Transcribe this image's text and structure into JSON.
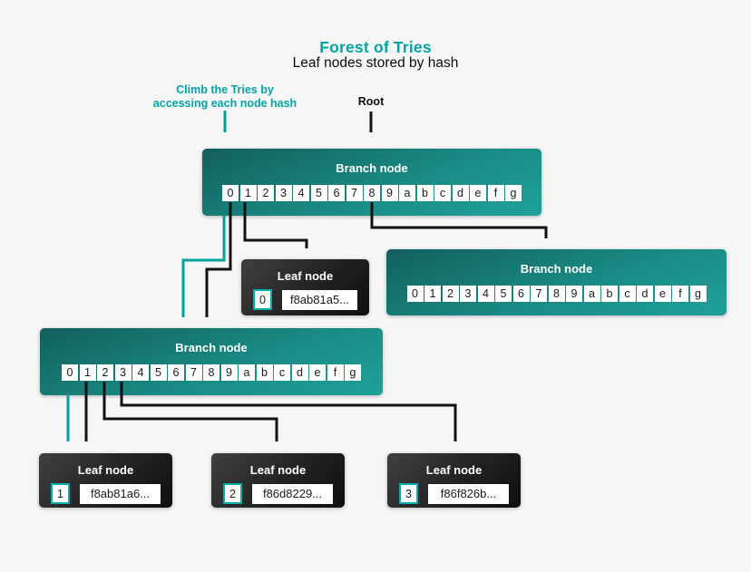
{
  "header": {
    "title": "Forest of Tries",
    "subtitle": "Leaf nodes stored by hash"
  },
  "annotations": {
    "climb_label": [
      "Climb the Tries by",
      "accessing each node hash"
    ],
    "root_label": "Root"
  },
  "branch_cells": [
    "0",
    "1",
    "2",
    "3",
    "4",
    "5",
    "6",
    "7",
    "8",
    "9",
    "a",
    "b",
    "c",
    "d",
    "e",
    "f",
    "g"
  ],
  "nodes": {
    "branch_root": {
      "label": "Branch node"
    },
    "branch_right": {
      "label": "Branch node"
    },
    "branch_lower": {
      "label": "Branch node"
    },
    "leaf_0": {
      "label": "Leaf node",
      "index": "0",
      "hash": "f8ab81a5..."
    },
    "leaf_1": {
      "label": "Leaf node",
      "index": "1",
      "hash": "f8ab81a6..."
    },
    "leaf_2": {
      "label": "Leaf node",
      "index": "2",
      "hash": "f86d8229..."
    },
    "leaf_3": {
      "label": "Leaf node",
      "index": "3",
      "hash": "f86f826b..."
    }
  },
  "colors": {
    "accent_teal_text": "#00a4a4",
    "arrow_teal": "#00a29c",
    "arrow_black": "#111111",
    "branch_gradient_start": "#135f5d",
    "branch_gradient_end": "#1fa199",
    "leaf_gradient_start": "#404040",
    "leaf_gradient_end": "#0e0e0e",
    "index_cell_border": "#00adad",
    "background": "#f6f6f6"
  }
}
